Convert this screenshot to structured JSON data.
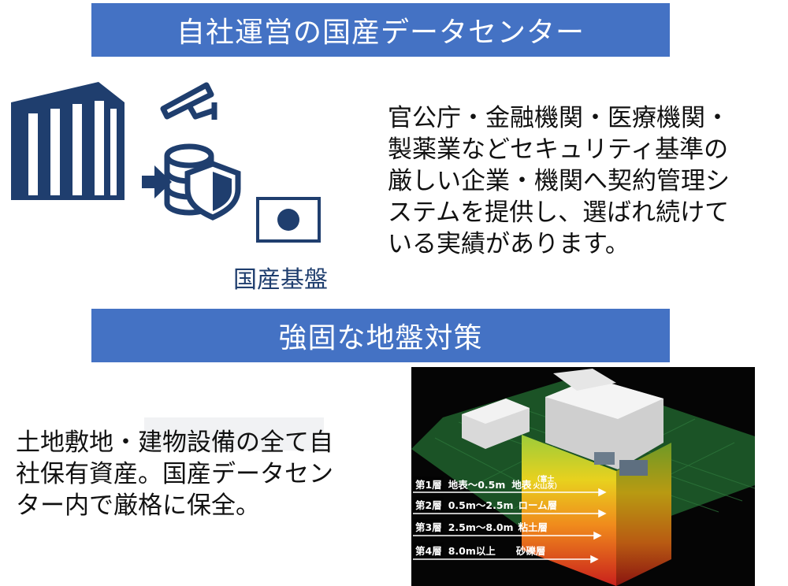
{
  "section1": {
    "banner": "自社運営の国産データセンター",
    "icon_label": "国産基盤",
    "description_lines": [
      "官公庁・金融機関・医療機関・",
      "製薬業などセキュリティ基準の",
      "厳しい企業・機関へ契約管理シ",
      "ステムを提供し、選ばれ続けて",
      "いる実績があります。"
    ],
    "icons": [
      "building-icon",
      "security-camera-icon",
      "database-shield-icon",
      "arrow-right-icon",
      "japan-flag-icon"
    ]
  },
  "section2": {
    "banner": "強固な地盤対策",
    "description_lines": [
      "土地敷地・建物設備の全て自",
      "社保有資産。国産データセン",
      "ター内で厳格に保全。"
    ],
    "layers": [
      {
        "label": "第1層",
        "range": "地表～0.5m",
        "type": "地表",
        "note_top": "（富士",
        "note_bottom": "火山灰）"
      },
      {
        "label": "第2層",
        "range": "0.5m～2.5m",
        "type": "ローム層"
      },
      {
        "label": "第3層",
        "range": "2.5m～8.0m",
        "type": "粘土層"
      },
      {
        "label": "第4層",
        "range": "8.0m以上",
        "type": "砂礫層"
      }
    ]
  },
  "colors": {
    "banner": "#4472c4",
    "icon_navy": "#1f3e6e",
    "diagram_bg": "#050505",
    "ground": "#1e5c2a"
  }
}
